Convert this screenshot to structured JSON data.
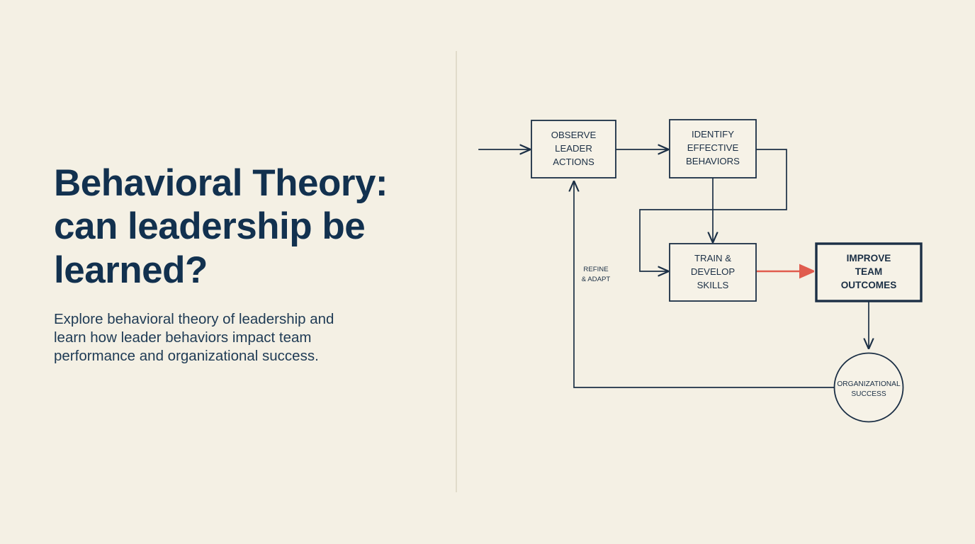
{
  "slide": {
    "background_color": "#f4f0e4",
    "title": "Behavioral Theory:\ncan leadership be\nlearned?",
    "subtitle": "Explore behavioral theory of leadership and\nlearn how leader behaviors impact team\nperformance and organizational success.",
    "title_color": "#12314f",
    "divider_color": "#e1dccb"
  },
  "diagram": {
    "type": "flowchart",
    "stroke_color": "#1b2f45",
    "accent_color": "#e05c4e",
    "nodes": [
      {
        "id": "observe",
        "shape": "rect",
        "lines": [
          "OBSERVE",
          "LEADER",
          "ACTIONS"
        ],
        "emphasis": "normal"
      },
      {
        "id": "identify",
        "shape": "rect",
        "lines": [
          "IDENTIFY",
          "EFFECTIVE",
          "BEHAVIORS"
        ],
        "emphasis": "normal"
      },
      {
        "id": "train",
        "shape": "rect",
        "lines": [
          "TRAIN &",
          "DEVELOP",
          "SKILLS"
        ],
        "emphasis": "normal"
      },
      {
        "id": "improve",
        "shape": "rect",
        "lines": [
          "IMPROVE",
          "TEAM",
          "OUTCOMES"
        ],
        "emphasis": "bold"
      },
      {
        "id": "success",
        "shape": "circle",
        "lines": [
          "ORGANIZATIONAL",
          "SUCCESS"
        ],
        "emphasis": "normal"
      }
    ],
    "edge_labels": [
      {
        "id": "refine-adapt",
        "lines": [
          "REFINE",
          "& ADAPT"
        ]
      }
    ],
    "edges": [
      {
        "from": "input",
        "to": "observe",
        "style": "solid"
      },
      {
        "from": "observe",
        "to": "identify",
        "style": "solid"
      },
      {
        "from": "identify",
        "to": "train",
        "style": "solid"
      },
      {
        "from": "identify",
        "to": "train",
        "style": "solid-routed"
      },
      {
        "from": "train",
        "to": "improve",
        "style": "accent"
      },
      {
        "from": "improve",
        "to": "success",
        "style": "solid"
      },
      {
        "from": "success",
        "to": "observe",
        "style": "solid",
        "label": "refine-adapt"
      }
    ]
  }
}
